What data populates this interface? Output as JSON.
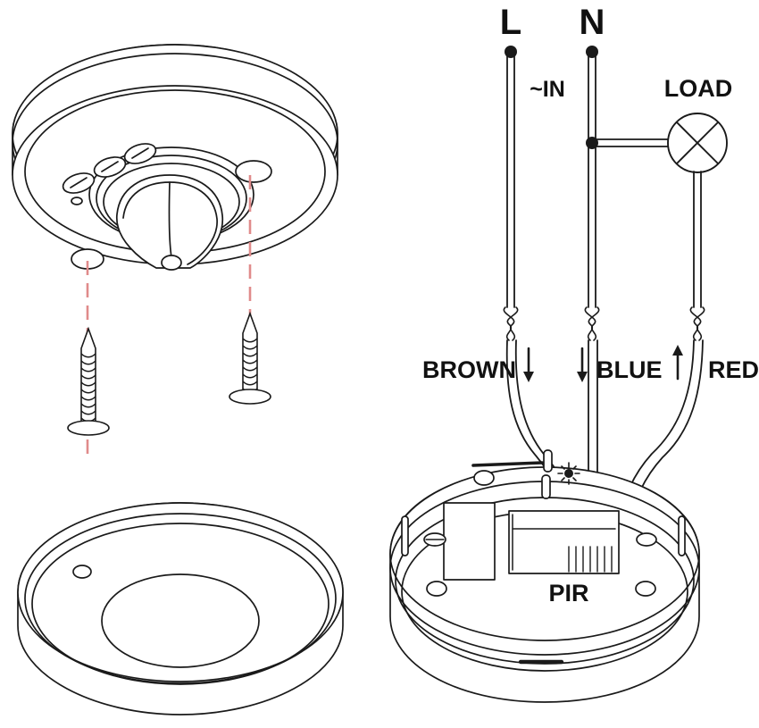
{
  "figure": {
    "title": "PIR Ceiling Sensor Installation and Wiring Diagram",
    "line_color": "#1a1a1a",
    "guide_color": "#e08b8b",
    "fill_color": "#ffffff",
    "background": "#ffffff"
  },
  "wiring": {
    "supply_labels": {
      "live": "L",
      "neutral": "N",
      "input": "~IN",
      "load": "LOAD"
    },
    "wire_labels": {
      "brown": "BROWN",
      "blue": "BLUE",
      "red": "RED"
    },
    "arrows": [
      {
        "wire": "BROWN",
        "direction": "down"
      },
      {
        "wire": "BLUE",
        "direction": "down"
      },
      {
        "wire": "RED",
        "direction": "up"
      }
    ],
    "connections": [
      {
        "from": "L",
        "to": "BROWN",
        "note": "live supply to brown sensor wire"
      },
      {
        "from": "N",
        "to": "BLUE",
        "note": "neutral supply to blue sensor wire"
      },
      {
        "from": "LOAD",
        "to": "RED",
        "note": "switched output to red sensor wire"
      },
      {
        "from": "N",
        "to": "LOAD",
        "note": "neutral branch to lamp"
      }
    ]
  },
  "sensor_unit": {
    "pir_label": "PIR",
    "brightness_icon": "sun-icon",
    "adjust_slot": "potentiometer-slot"
  },
  "parts": {
    "sensor_head": "ceiling-pir-sensor-head",
    "mounting_base": "mounting-base-ring",
    "screws": [
      {
        "name": "mounting-screw-left"
      },
      {
        "name": "mounting-screw-right"
      }
    ],
    "guide_lines": [
      {
        "name": "alignment-guide-left"
      },
      {
        "name": "alignment-guide-right"
      }
    ]
  }
}
